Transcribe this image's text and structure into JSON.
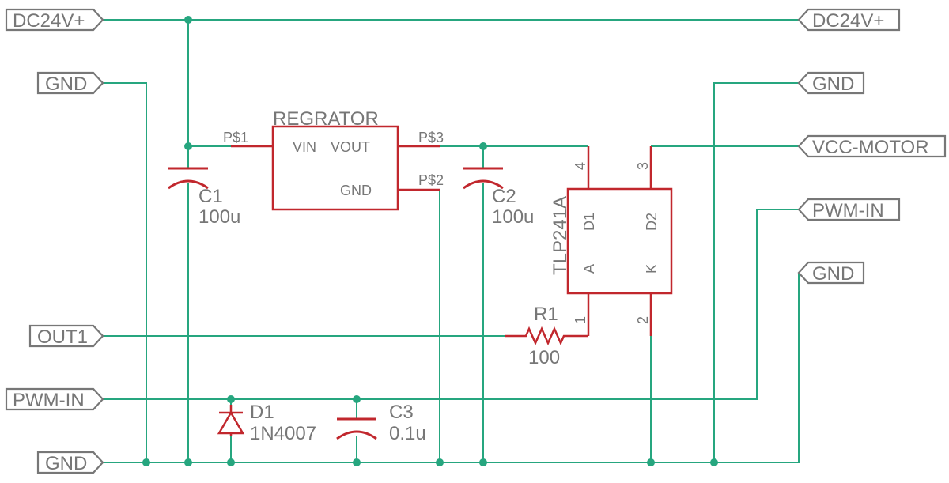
{
  "colors": {
    "wire": "#26a67f",
    "part": "#c1272d",
    "text": "#777777"
  },
  "ports": {
    "dc24v_left": "DC24V+",
    "dc24v_right": "DC24V+",
    "gnd_left_top": "GND",
    "gnd_right_top": "GND",
    "vcc_motor": "VCC-MOTOR",
    "pwm_in_right": "PWM-IN",
    "gnd_right_mid": "GND",
    "out1": "OUT1",
    "pwm_in_left": "PWM-IN",
    "gnd_left_bottom": "GND"
  },
  "regulator": {
    "name": "REGRATOR",
    "pin_vin": "VIN",
    "pin_vout": "VOUT",
    "pin_gnd": "GND",
    "pad_in": "P$1",
    "pad_out": "P$3",
    "pad_gnd": "P$2"
  },
  "c1": {
    "name": "C1",
    "value": "100u"
  },
  "c2": {
    "name": "C2",
    "value": "100u"
  },
  "c3": {
    "name": "C3",
    "value": "0.1u"
  },
  "d1": {
    "name": "D1",
    "value": "1N4007"
  },
  "r1": {
    "name": "R1",
    "value": "100"
  },
  "optocoupler": {
    "name": "TLP241A",
    "pin_d1": "D1",
    "pin_d2": "D2",
    "pin_a": "A",
    "pin_k": "K",
    "num_4": "4",
    "num_3": "3",
    "num_1": "1",
    "num_2": "2"
  }
}
